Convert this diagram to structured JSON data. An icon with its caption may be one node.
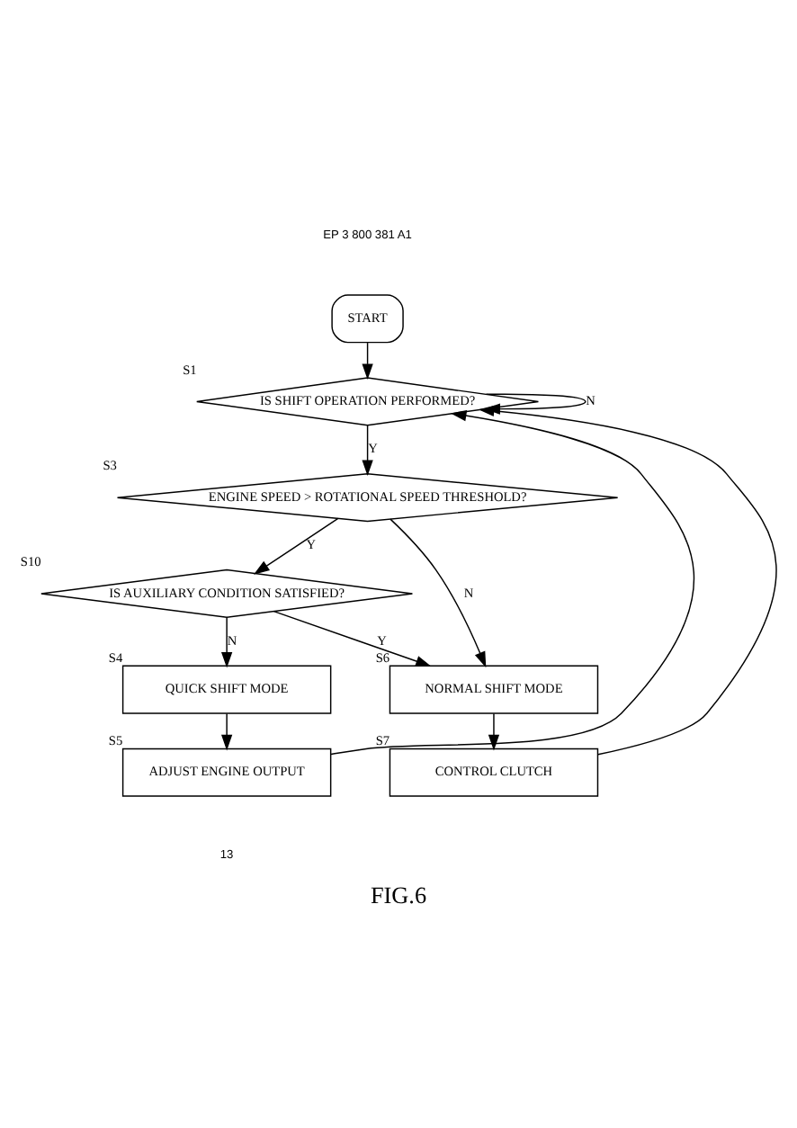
{
  "diagram": {
    "caption": "FIG.6",
    "nodes": [
      {
        "text": [
          "START"
        ]
      },
      {
        "text": [
          "IS SHIFT OPERATION PERFORMED?"
        ],
        "beside": [
          "S1"
        ]
      },
      {
        "text": [
          "ENGINE SPEED > ROTATIONAL SPEED THRESHOLD?"
        ],
        "beside": [
          "S3"
        ]
      },
      {
        "text": [
          "IS AUXILIARY CONDITION SATISFIED?"
        ],
        "beside": [
          "S10"
        ]
      },
      {
        "text": [
          "QUICK SHIFT MODE"
        ],
        "beside": [
          "S4"
        ]
      },
      {
        "text": [
          "NORMAL SHIFT MODE"
        ],
        "beside": [
          "S6"
        ]
      },
      {
        "text": [
          "ADJUST ENGINE OUTPUT"
        ],
        "beside": [
          "S5"
        ]
      },
      {
        "text": [
          "CONTROL CLUTCH"
        ],
        "beside": [
          "S7"
        ]
      }
    ],
    "edges": [
      {
        "from": 0,
        "to": 1,
        "arrow": "to"
      },
      {
        "from": 1,
        "to": 1,
        "arrow": "to",
        "label": "N"
      },
      {
        "from": 1,
        "to": 2,
        "arrow": "to",
        "label": "Y"
      },
      {
        "from": 2,
        "to": 5,
        "arrow": "to",
        "label": "N"
      },
      {
        "from": 2,
        "to": 3,
        "arrow": "to",
        "label": "Y"
      },
      {
        "from": 3,
        "to": 5,
        "arrow": "to",
        "label": "Y"
      },
      {
        "from": 3,
        "to": 4,
        "arrow": "to",
        "label": "N"
      },
      {
        "from": 4,
        "to": 6,
        "arrow": "to"
      },
      {
        "from": 5,
        "to": 7,
        "arrow": "to"
      },
      {
        "from": 6,
        "to": 1,
        "arrow": "to"
      },
      {
        "from": 7,
        "to": 1,
        "arrow": "to"
      }
    ],
    "labels": [
      "EP 3 800 381 A1",
      "13"
    ]
  }
}
